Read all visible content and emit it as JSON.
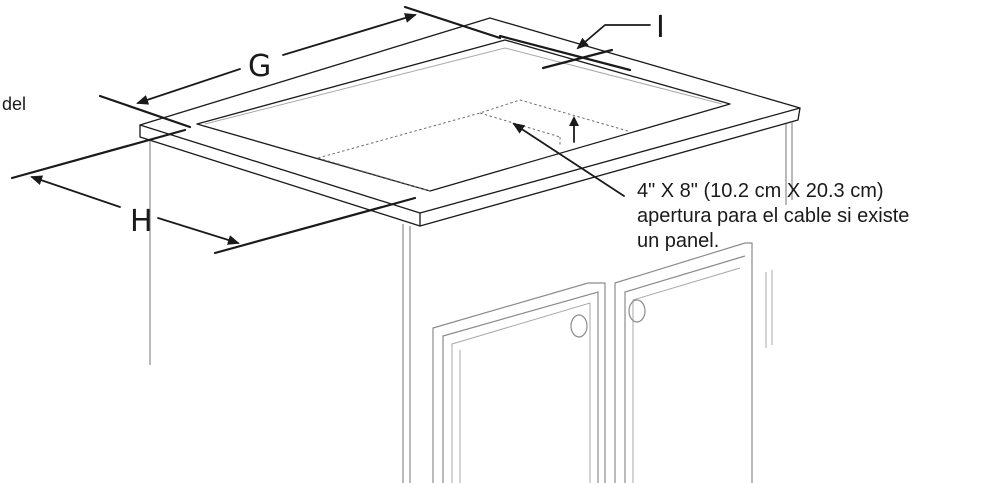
{
  "labels": {
    "dim_g": "G",
    "dim_h": "H",
    "dim_i": "I",
    "left_fragment": "del"
  },
  "callout": {
    "line1": "4\" X 8\" (10.2 cm X 20.3 cm)",
    "line2": "apertura para el cable si existe",
    "line3": "un panel."
  }
}
